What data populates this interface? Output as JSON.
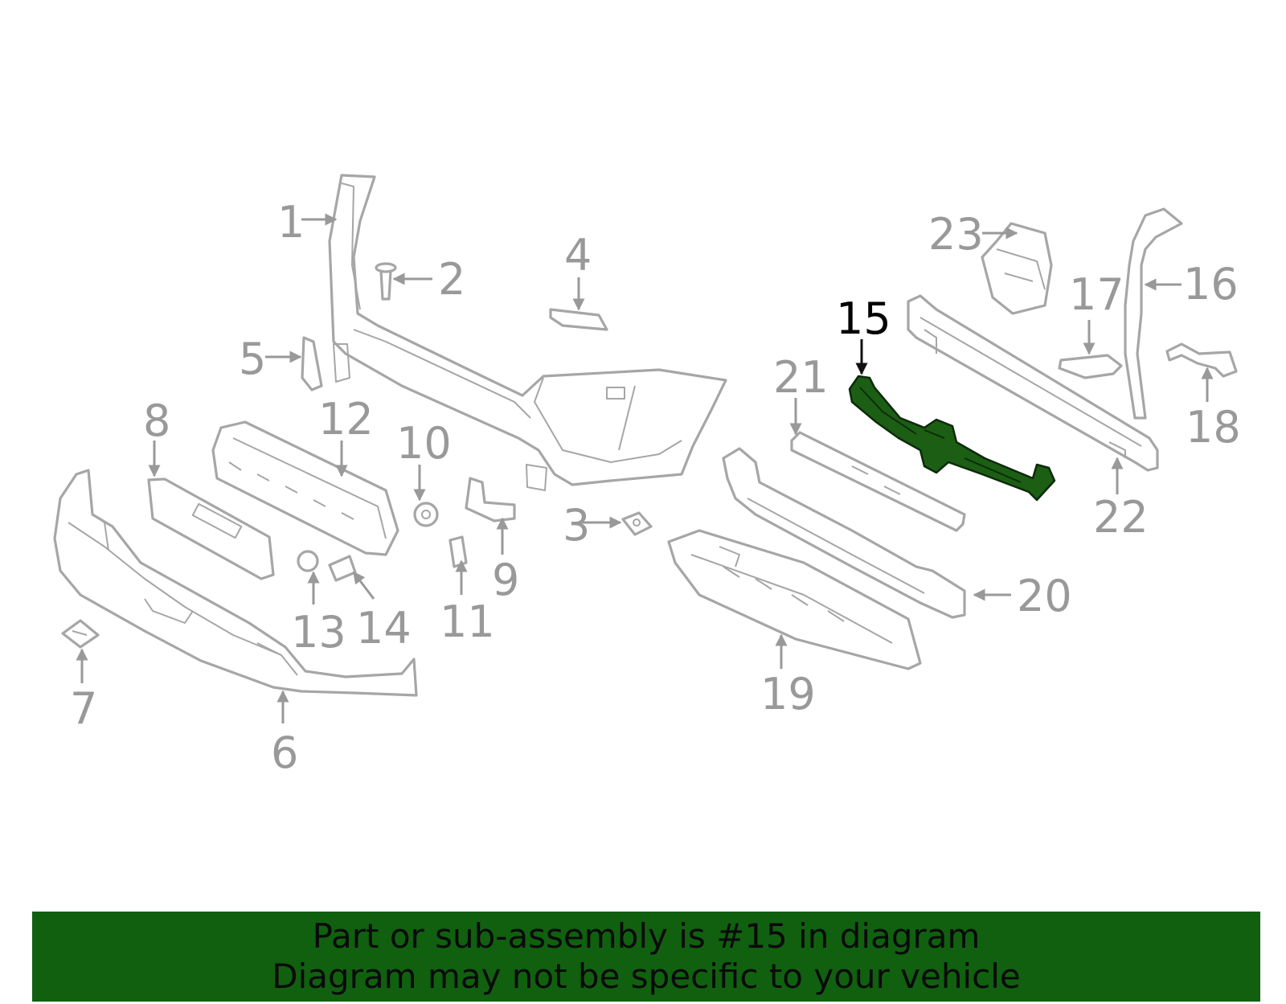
{
  "diagram": {
    "highlight_color": "#1b5e14",
    "part_color": "#a6a6a6",
    "callouts": [
      "1",
      "2",
      "3",
      "4",
      "5",
      "6",
      "7",
      "8",
      "9",
      "10",
      "11",
      "12",
      "13",
      "14",
      "15",
      "16",
      "17",
      "18",
      "19",
      "20",
      "21",
      "22",
      "23"
    ],
    "highlighted_callout": "15"
  },
  "banner": {
    "background_color": "#106010",
    "line1": "Part or sub-assembly is #15 in diagram",
    "line2": "Diagram may not be specific to your vehicle"
  }
}
